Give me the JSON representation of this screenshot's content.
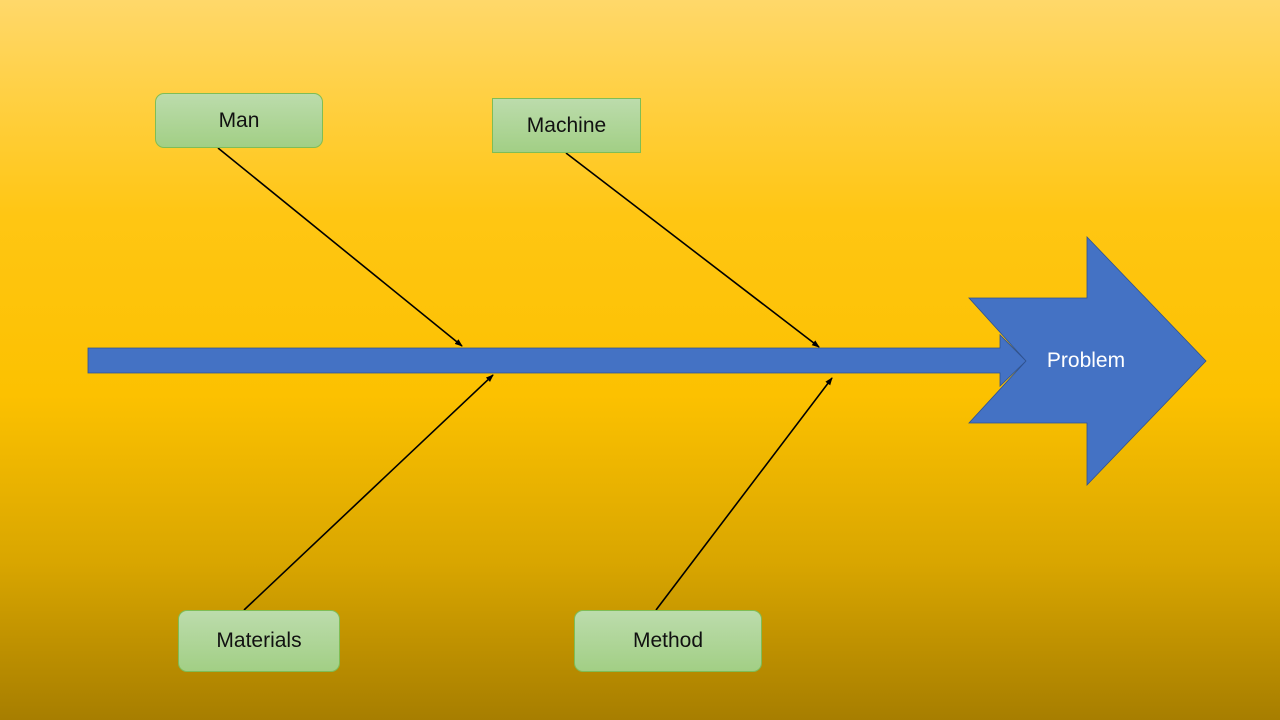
{
  "diagram": {
    "type": "fishbone",
    "problem": "Problem",
    "causes": {
      "man": "Man",
      "machine": "Machine",
      "materials": "Materials",
      "method": "Method"
    },
    "colors": {
      "spine": "#4472c4",
      "cause_box": "#a9d18e",
      "connector": "#000000",
      "problem_text": "#ffffff"
    }
  }
}
